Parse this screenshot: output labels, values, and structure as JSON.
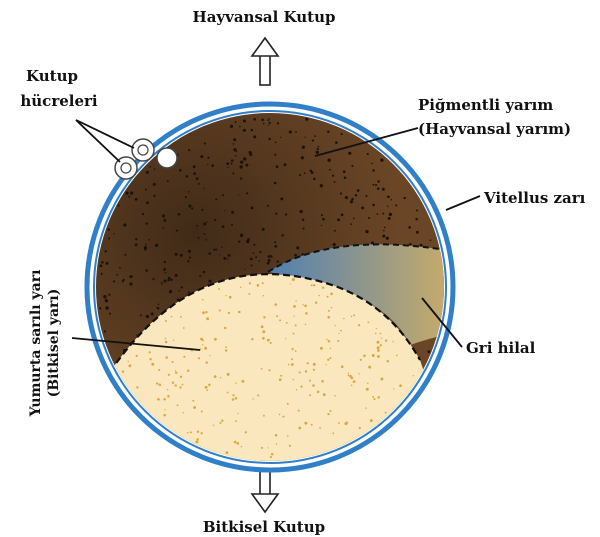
{
  "labels": {
    "animal_pole": "Hayvansal Kutup",
    "vegetal_pole": "Bitkisel Kutup",
    "polar_cells_line1": "Kutup",
    "polar_cells_line2": "hücreleri",
    "pigmented_line1": "Piğmentli yarım",
    "pigmented_line2": "(Hayvansal yarım)",
    "vitelline": "Vitellus zarı",
    "grey_crescent": "Gri hilal",
    "yolk_line1": "Yumurta sarılı yarı",
    "yolk_line2": "(Bitkisel yarı)"
  },
  "colors": {
    "membrane": "#2f7fc9",
    "pigmented": "#6b4626",
    "yolk": "#fbe7bd",
    "crescent_start": "#4f7fb0",
    "crescent_end": "#cfae66"
  }
}
